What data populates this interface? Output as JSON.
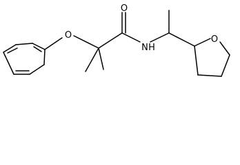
{
  "molecule": {
    "atoms": {
      "carbonyl_oxygen": "O",
      "ether_oxygen": "O",
      "amide_nitrogen": "N",
      "amide_hydrogen": "H",
      "ring_oxygen": "O"
    }
  }
}
